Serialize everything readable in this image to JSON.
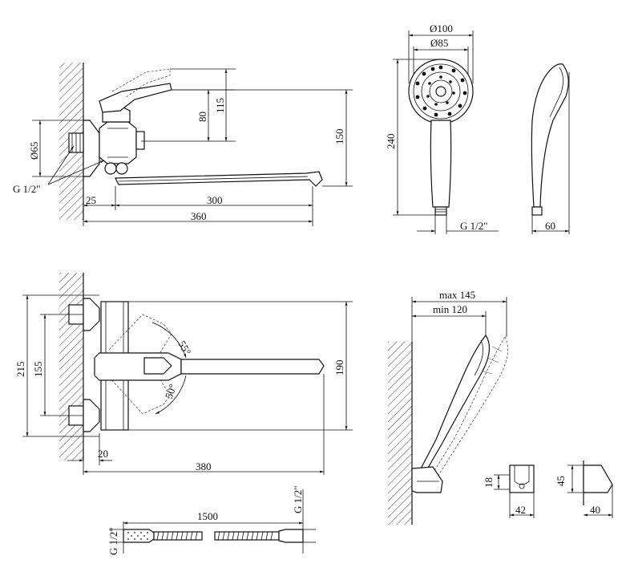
{
  "colors": {
    "line": "#111111",
    "background": "#ffffff",
    "ghost": "#555555"
  },
  "faucet_side": {
    "dim_65": "Ø65",
    "dim_thread": "G 1/2\"",
    "dim_80": "80",
    "dim_115": "115",
    "dim_150": "150",
    "dim_25": "25",
    "dim_300": "300",
    "dim_360": "360"
  },
  "shower_front": {
    "dim_100": "Ø100",
    "dim_85": "Ø85",
    "dim_240": "240",
    "dim_thread": "G 1/2\""
  },
  "shower_side": {
    "dim_60": "60"
  },
  "faucet_top": {
    "dim_215": "215",
    "dim_155": "155",
    "dim_190": "190",
    "dim_20": "20",
    "dim_380": "380",
    "angle_55": "55°",
    "angle_50": "50°"
  },
  "holder_view": {
    "dim_max": "max 145",
    "dim_min": "min 120"
  },
  "hose": {
    "dim_1500": "1500",
    "dim_thread_left": "G 1/2\"",
    "dim_thread_right": "G 1/2\""
  },
  "bracket_front": {
    "dim_18": "18",
    "dim_42": "42"
  },
  "bracket_side": {
    "dim_45": "45",
    "dim_40": "40"
  }
}
